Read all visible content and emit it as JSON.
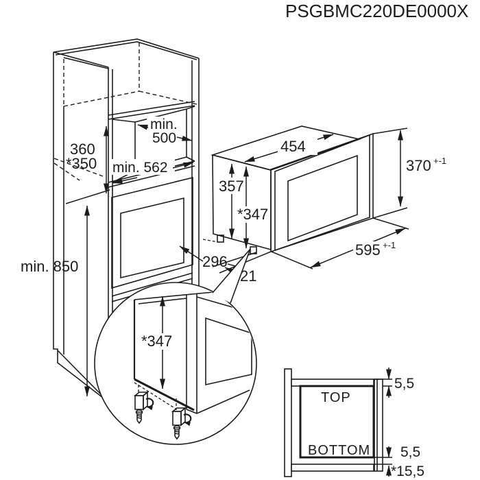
{
  "title": "PSGBMC220DE0000X",
  "colors": {
    "line": "#1c1c1c",
    "background": "#ffffff"
  },
  "cabinet_dims": {
    "niche_width_line1": "min.",
    "niche_width_line2": "500",
    "niche_depth": "min. 562",
    "niche_height": "360",
    "niche_height_alt": "*350",
    "unit_height": "min. 850"
  },
  "oven_dims": {
    "top_width": "454",
    "body_height": "357",
    "body_height_alt": "*347",
    "front_height": "370",
    "front_height_tol": "+-1",
    "front_width": "595",
    "front_width_tol": "+-1",
    "recess_depth": "296",
    "front_offset": "21"
  },
  "detail_view": {
    "height_alt": "*347"
  },
  "section_view": {
    "top_label": "TOP",
    "bottom_label": "BOTTOM",
    "gap_top": "5,5",
    "gap_bottom": "5,5",
    "gap_bottom_total": "*15,5"
  }
}
